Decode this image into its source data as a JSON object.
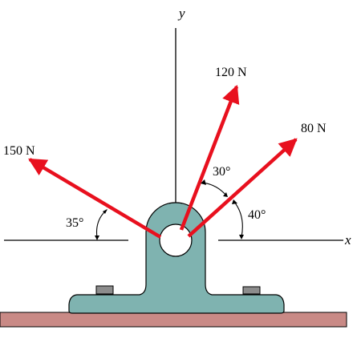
{
  "axes": {
    "x_label": "x",
    "y_label": "y"
  },
  "forces": [
    {
      "label": "150 N",
      "direction_deg": 145,
      "angle_label": "35°"
    },
    {
      "label": "120 N",
      "direction_deg": 70,
      "angle_label": "30°"
    },
    {
      "label": "80 N",
      "direction_deg": 40,
      "angle_label": "40°"
    }
  ],
  "colors": {
    "force_arrow": "#e8101e",
    "bracket_fill": "#7fb3b0",
    "ground_fill": "#c98a86",
    "bolt_fill": "#8c8c8c",
    "line": "#000000"
  }
}
